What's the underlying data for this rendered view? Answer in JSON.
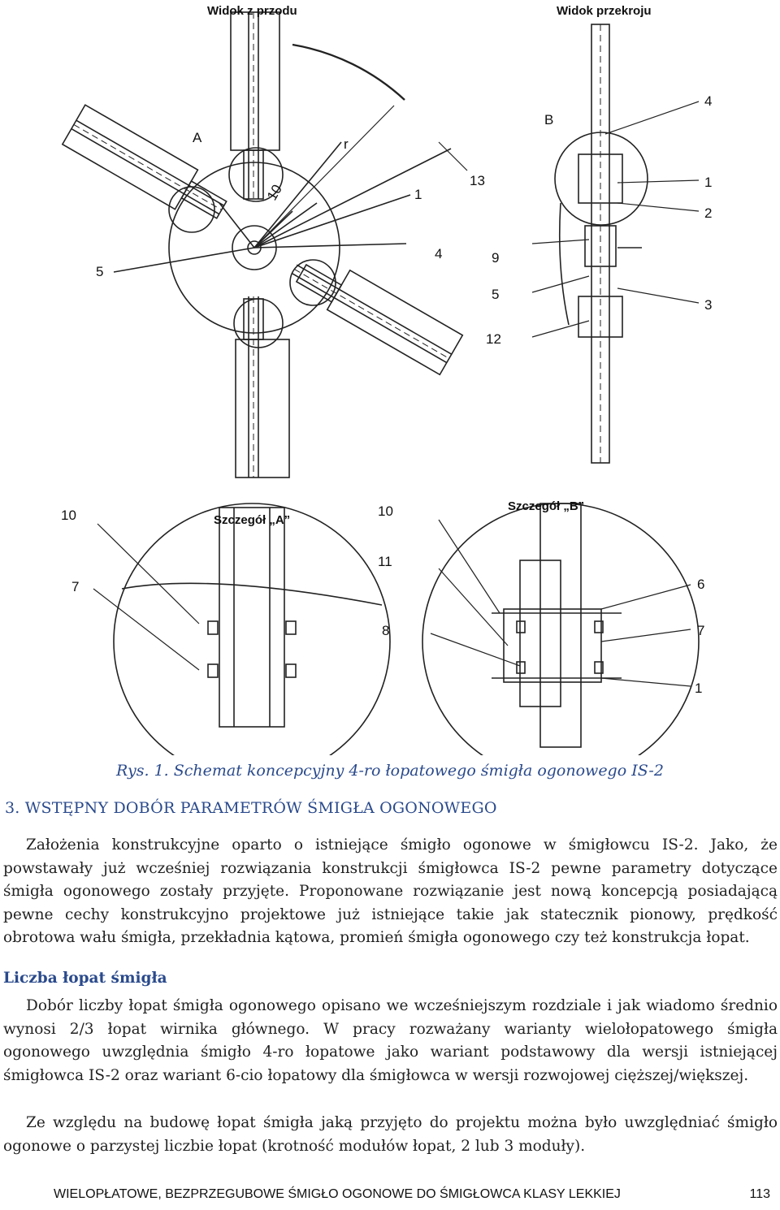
{
  "figure": {
    "front_view_title": "Widok z przodu",
    "section_view_title": "Widok przekroju",
    "detail_a_title": "Szczegół „A”",
    "detail_b_title": "Szczegół „B”",
    "labels": {
      "A": "A",
      "B": "B",
      "r": "r",
      "n1": "1",
      "n2": "2",
      "n3": "3",
      "n4": "4",
      "n4b": "4",
      "n5": "5",
      "n5b": "5",
      "n6": "6",
      "n7": "7",
      "n7b": "7",
      "n8": "8",
      "n9": "9",
      "n10": "10",
      "n10a": "10",
      "n10b": "10",
      "n11": "11",
      "n12": "12",
      "n13": "13",
      "n1b": "1",
      "n1c": "1"
    }
  },
  "caption": "Rys. 1. Schemat koncepcyjny 4-ro łopatowego śmigła ogonowego IS-2",
  "section_heading": "3. WSTĘPNY DOBÓR PARAMETRÓW ŚMIGŁA OGONOWEGO",
  "paragraph1": "Założenia konstrukcyjne oparto o istniejące śmigło ogonowe w śmigłowcu IS-2. Jako, że powstawały już wcześniej rozwiązania konstrukcji śmigłowca IS-2 pewne parametry dotyczące śmigła ogonowego zostały przyjęte. Proponowane rozwiązanie jest nową koncepcją posiadającą pewne cechy konstrukcyjno projektowe już istniejące takie jak statecznik pionowy, prędkość obrotowa wału śmigła, przekładnia kątowa, promień śmigła ogonowego czy też konstrukcja łopat.",
  "subheading": "Liczba łopat śmigła",
  "paragraph2": "Dobór liczby łopat śmigła ogonowego opisano we wcześniejszym rozdziale i jak wiadomo średnio wynosi 2/3 łopat wirnika głównego. W pracy rozważany warianty wielołopatowego śmigła ogonowego uwzględnia śmigło 4-ro łopatowe jako wariant podstawowy dla wersji istniejącej śmigłowca IS-2 oraz wariant 6-cio łopatowy dla śmigłowca w wersji rozwojowej cięższej/większej.",
  "paragraph3": "Ze względu na budowę łopat śmigła jaką przyjęto do projektu można było uwzględniać śmigło ogonowe o parzystej liczbie łopat (krotność modułów łopat, 2 lub 3 moduły).",
  "footer": {
    "title": "WIELOPŁATOWE, BEZPRZEGUBOWE ŚMIGŁO OGONOWE DO ŚMIGŁOWCA KLASY LEKKIEJ",
    "page": "113"
  }
}
